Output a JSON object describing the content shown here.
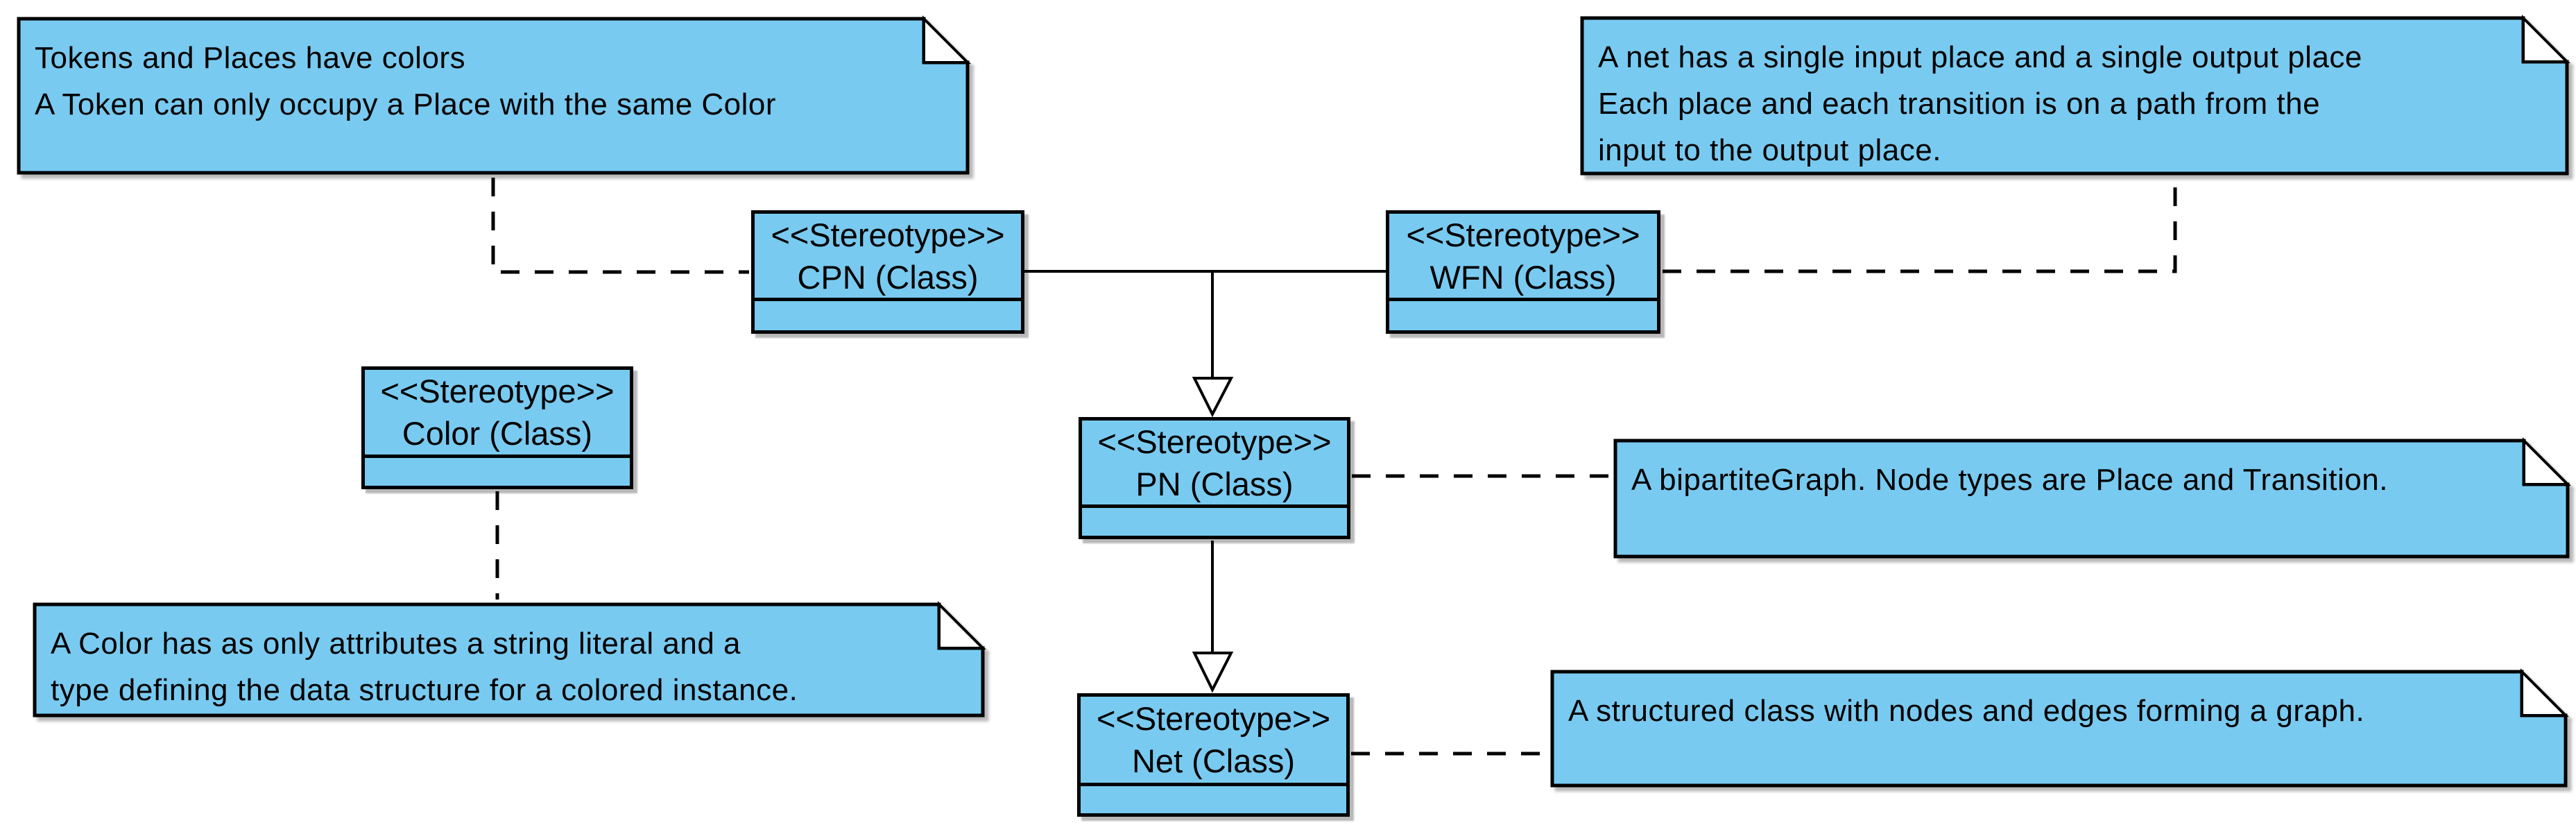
{
  "diagram": {
    "kind": "uml-stereotype-profile-diagram",
    "background": "#ffffff"
  },
  "colors": {
    "node_fill": "#79CAF0",
    "node_border": "#000000",
    "connector": "#000000",
    "ear_fill": "#ffffff"
  },
  "boxes": {
    "cpn": {
      "stereotype": "<<Stereotype>>",
      "name": "CPN (Class)"
    },
    "wfn": {
      "stereotype": "<<Stereotype>>",
      "name": "WFN (Class)"
    },
    "color": {
      "stereotype": "<<Stereotype>>",
      "name": "Color (Class)"
    },
    "pn": {
      "stereotype": "<<Stereotype>>",
      "name": "PN (Class)"
    },
    "net": {
      "stereotype": "<<Stereotype>>",
      "name": "Net (Class)"
    }
  },
  "notes": {
    "tokens": {
      "lines": [
        "Tokens and Places have colors",
        "A Token can only occupy a Place with the same Color"
      ]
    },
    "wfn": {
      "lines": [
        "A net has a single input place and a single output place",
        "Each place and each transition is on a path from the",
        "input to the output place."
      ]
    },
    "color": {
      "lines": [
        "A Color has as only attributes a string literal and a",
        "type defining the data structure for a colored instance."
      ]
    },
    "pn": {
      "lines": [
        "A bipartiteGraph. Node types are Place and Transition."
      ]
    },
    "net": {
      "lines": [
        "A structured class with nodes and edges forming a graph."
      ]
    }
  }
}
